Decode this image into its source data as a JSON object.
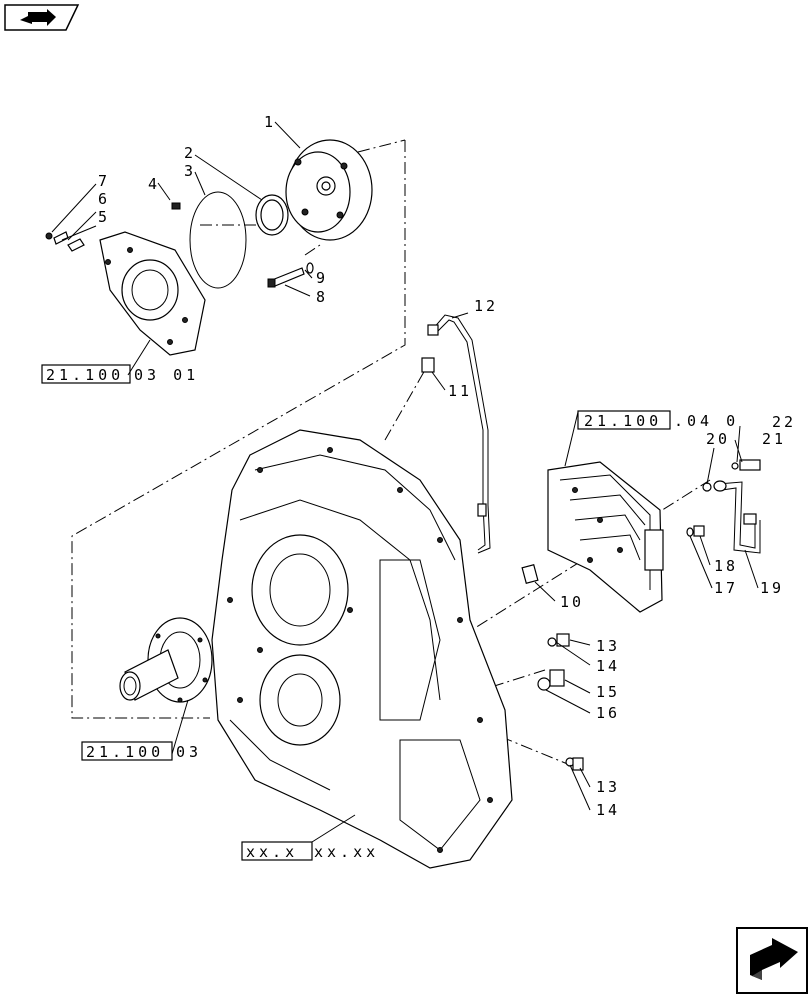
{
  "nav": {
    "top_icon": "previous-page-arrow-icon",
    "bottom_icon": "next-page-arrow-icon"
  },
  "references": {
    "r1_box": "21.100",
    "r1_suffix": "03 01",
    "r2_box": "21.100",
    "r2_suffix": ".04 0",
    "r3_box": "21.100",
    "r3_suffix": "03",
    "r4_box": "xx.x",
    "r4_suffix": "xx.xx"
  },
  "callouts": {
    "c1": "1",
    "c2": "2",
    "c3": "3",
    "c4": "4",
    "c5": "5",
    "c6": "6",
    "c7": "7",
    "c8": "8",
    "c9": "9",
    "c10": "10",
    "c11": "11",
    "c12": "12",
    "c13a": "13",
    "c14a": "14",
    "c15": "15",
    "c16": "16",
    "c13b": "13",
    "c14b": "14",
    "c17": "17",
    "c18": "18",
    "c19": "19",
    "c20": "20",
    "c21": "21",
    "c22": "22"
  }
}
